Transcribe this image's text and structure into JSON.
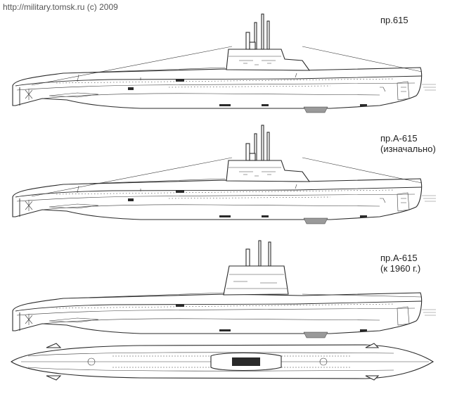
{
  "credit": "http://military.tomsk.ru (c) 2009",
  "drawings": [
    {
      "lines": [
        "пр.615"
      ]
    },
    {
      "lines": [
        "пр.А-615",
        "(изначально)"
      ]
    },
    {
      "lines": [
        "пр.А-615",
        "(к 1960 г.)"
      ]
    }
  ],
  "plan_view": {
    "lines": []
  },
  "colors": {
    "line": "#2a2a2a",
    "background": "#ffffff"
  }
}
